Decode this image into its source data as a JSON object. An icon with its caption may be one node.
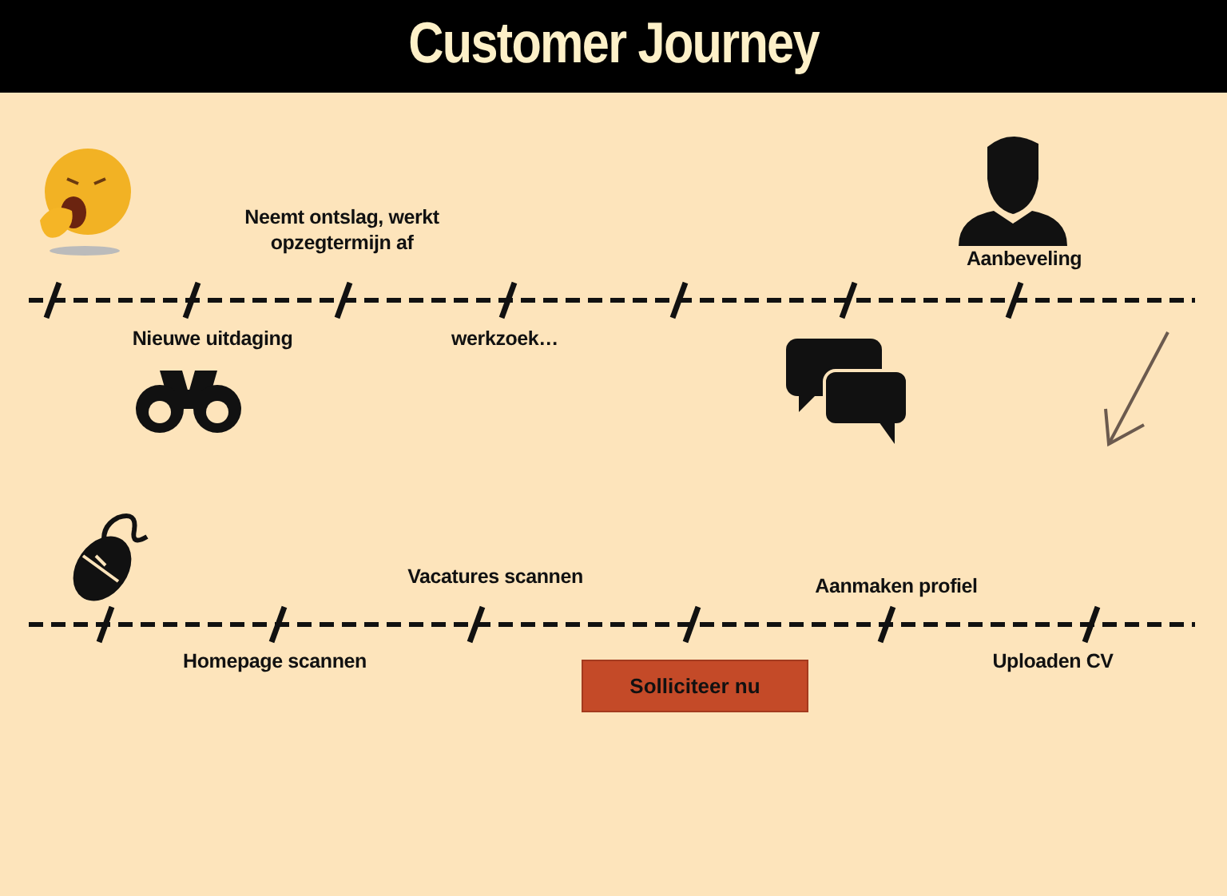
{
  "diagram": {
    "title": "Customer Journey",
    "nodes": [
      {
        "text": [
          "Solliciteer nu"
        ]
      }
    ],
    "labels": [
      "Neemt ontslag, werkt opzegtermijn af",
      "Aanbeveling",
      "Nieuwe uitdaging",
      "werkzoek…",
      "Vacatures scannen",
      "Aanmaken profiel",
      "Homepage scannen",
      "Uploaden CV"
    ]
  }
}
